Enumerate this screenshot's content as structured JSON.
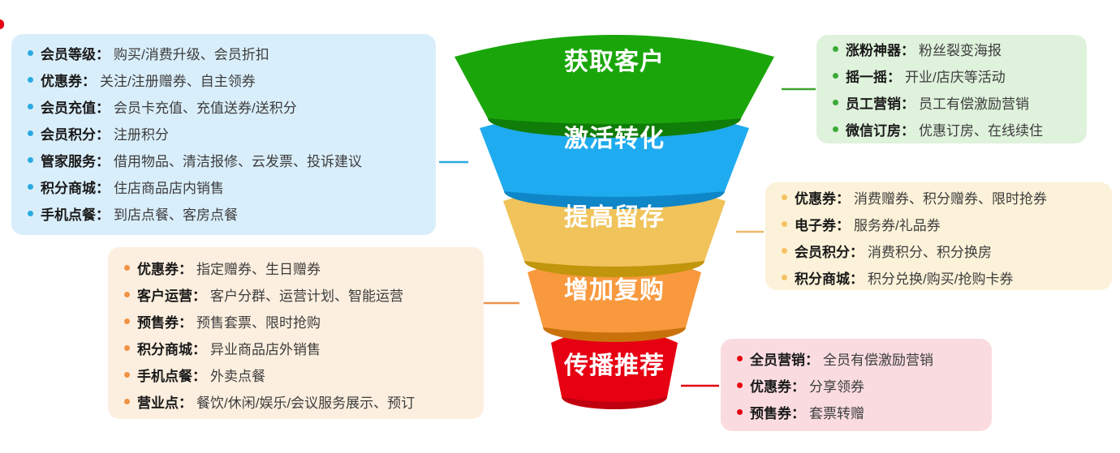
{
  "funnel": {
    "tiers": [
      {
        "label": "获取客户",
        "color": "#1aa60a",
        "dark": "#107d08",
        "connector_color": "#3fa52e"
      },
      {
        "label": "激活转化",
        "color": "#1fabef",
        "dark": "#0e86c7",
        "connector_color": "#29abe2"
      },
      {
        "label": "提高留存",
        "color": "#f0c35b",
        "dark": "#c1950c",
        "connector_color": "#edb96b"
      },
      {
        "label": "增加复购",
        "color": "#f8993e",
        "dark": "#c9720c",
        "connector_color": "#e8954c"
      },
      {
        "label": "传播推荐",
        "color": "#e60012",
        "dark": "#c0000e",
        "connector_color": "#e60012"
      }
    ],
    "label_text_color": "#ffffff"
  },
  "boxes": {
    "top_left": {
      "bg": "#d9eefb",
      "bullet_color": "#29abe2",
      "items": [
        {
          "label": "会员等级：",
          "text": "购买/消费升级、会员折扣"
        },
        {
          "label": "优惠券：",
          "text": "关注/注册赠券、自主领券"
        },
        {
          "label": "会员充值：",
          "text": "会员卡充值、充值送券/送积分"
        },
        {
          "label": "会员积分：",
          "text": "注册积分"
        },
        {
          "label": "管家服务：",
          "text": "借用物品、清洁报修、云发票、投诉建议"
        },
        {
          "label": "积分商城：",
          "text": "住店商品店内销售"
        },
        {
          "label": "手机点餐：",
          "text": "到店点餐、客房点餐"
        }
      ]
    },
    "top_right": {
      "bg": "#dff2dc",
      "bullet_color": "#3aaa35",
      "items": [
        {
          "label": "涨粉神器：",
          "text": "粉丝裂变海报"
        },
        {
          "label": "摇一摇：",
          "text": "开业/店庆等活动"
        },
        {
          "label": "员工营销：",
          "text": "员工有偿激励营销"
        },
        {
          "label": "微信订房：",
          "text": "优惠订房、在线续住"
        }
      ]
    },
    "mid_right": {
      "bg": "#fcf2d9",
      "bullet_color": "#f5c263",
      "items": [
        {
          "label": "优惠券：",
          "text": "消费赠券、积分赠券、限时抢券"
        },
        {
          "label": "电子券：",
          "text": "服务券/礼品券"
        },
        {
          "label": "会员积分：",
          "text": "消费积分、积分换房"
        },
        {
          "label": "积分商城：",
          "text": "积分兑换/购买/抢购卡券"
        }
      ]
    },
    "bottom_left": {
      "bg": "#fcefdf",
      "bullet_color": "#f09243",
      "items": [
        {
          "label": "优惠券：",
          "text": "指定赠券、生日赠券"
        },
        {
          "label": "客户运营：",
          "text": "客户分群、运营计划、智能运营"
        },
        {
          "label": "预售券：",
          "text": "预售套票、限时抢购"
        },
        {
          "label": "积分商城：",
          "text": "异业商品店外销售"
        },
        {
          "label": "手机点餐：",
          "text": "外卖点餐"
        },
        {
          "label": "营业点：",
          "text": "餐饮/休闲/娱乐/会议服务展示、预订"
        }
      ]
    },
    "bottom_right": {
      "bg": "#fadce0",
      "bullet_color": "#e60012",
      "items": [
        {
          "label": "全员营销：",
          "text": "全员有偿激励营销"
        },
        {
          "label": "优惠券：",
          "text": "分享领券"
        },
        {
          "label": "预售券：",
          "text": "套票转赠"
        }
      ]
    }
  }
}
